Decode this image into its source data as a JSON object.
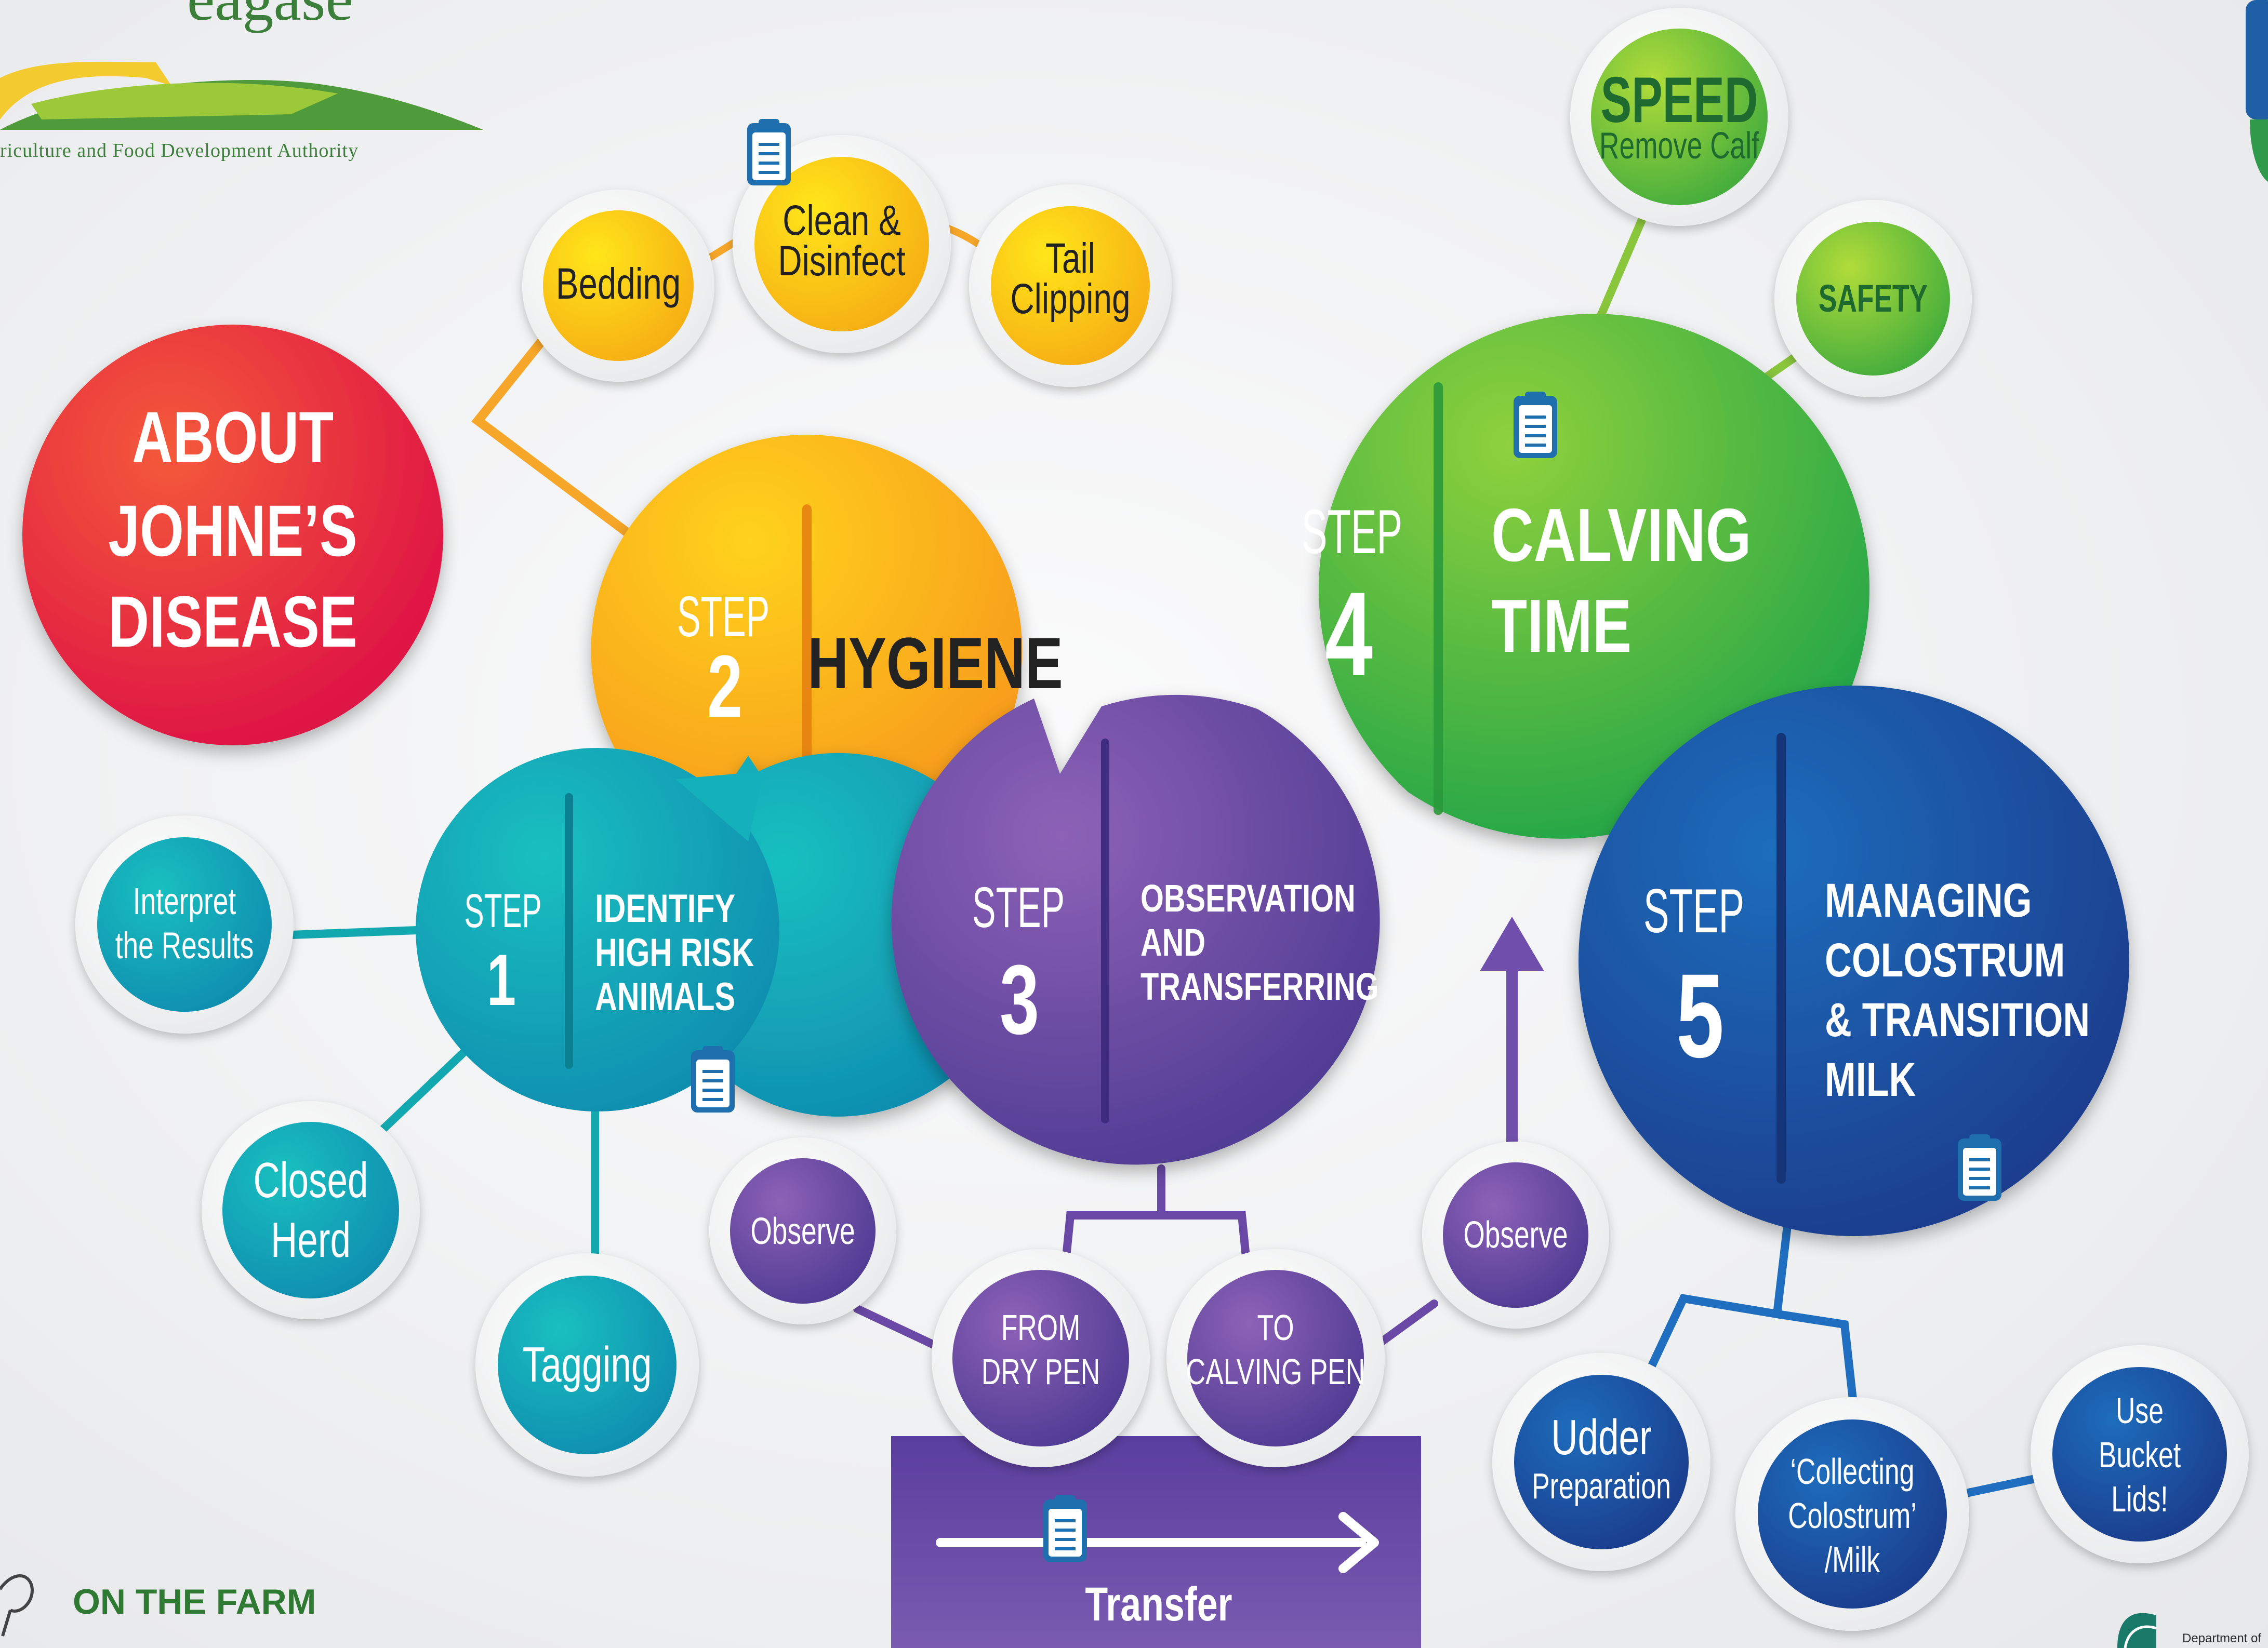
{
  "header": {
    "logo_word": "eagase",
    "logo_subtitle": "riculture and Food Development Authority"
  },
  "about": {
    "line1": "ABOUT",
    "line2": "JOHNE’S",
    "line3": "DISEASE"
  },
  "steps": [
    {
      "label": "STEP",
      "number": "1",
      "title_lines": [
        "IDENTIFY",
        "HIGH RISK",
        "ANIMALS"
      ]
    },
    {
      "label": "STEP",
      "number": "2",
      "title_lines": [
        "HYGIENE"
      ]
    },
    {
      "label": "STEP",
      "number": "3",
      "title_lines": [
        "OBSERVATION",
        "AND",
        "TRANSFERRING"
      ]
    },
    {
      "label": "STEP",
      "number": "4",
      "title_lines": [
        "CALVING",
        "TIME"
      ]
    },
    {
      "label": "STEP",
      "number": "5",
      "title_lines": [
        "MANAGING",
        "COLOSTRUM",
        "& TRANSITION",
        "MILK"
      ]
    }
  ],
  "step1_branches": {
    "interpret": [
      "Interpret",
      "the Results"
    ],
    "closed_herd": [
      "Closed",
      "Herd"
    ],
    "tagging": "Tagging"
  },
  "step2_branches": {
    "bedding": "Bedding",
    "clean": [
      "Clean &",
      "Disinfect"
    ],
    "tail": [
      "Tail",
      "Clipping"
    ]
  },
  "step3_branches": {
    "observe_left": "Observe",
    "observe_right": "Observe",
    "from": [
      "FROM",
      "DRY PEN"
    ],
    "to": [
      "TO",
      "CALVING PEN"
    ],
    "transfer": "Transfer"
  },
  "step4_branches": {
    "speed": "SPEED",
    "speed_sub": "Remove Calf",
    "safety": "SAFETY"
  },
  "step5_branches": {
    "udder": [
      "Udder",
      "Preparation"
    ],
    "collecting": [
      "‘Collecting",
      "Colostrum’",
      "/Milk"
    ],
    "bucket": [
      "Use",
      "Bucket",
      "Lids!"
    ]
  },
  "footer": {
    "on_the_farm": "ON THE FARM",
    "department": "Department of"
  },
  "colors": {
    "red": "#e3203f",
    "yellow": "#f7b51c",
    "teal": "#11a6b8",
    "purple": "#6a49a6",
    "green": "#5cbb36",
    "blue": "#1a4f9d"
  }
}
